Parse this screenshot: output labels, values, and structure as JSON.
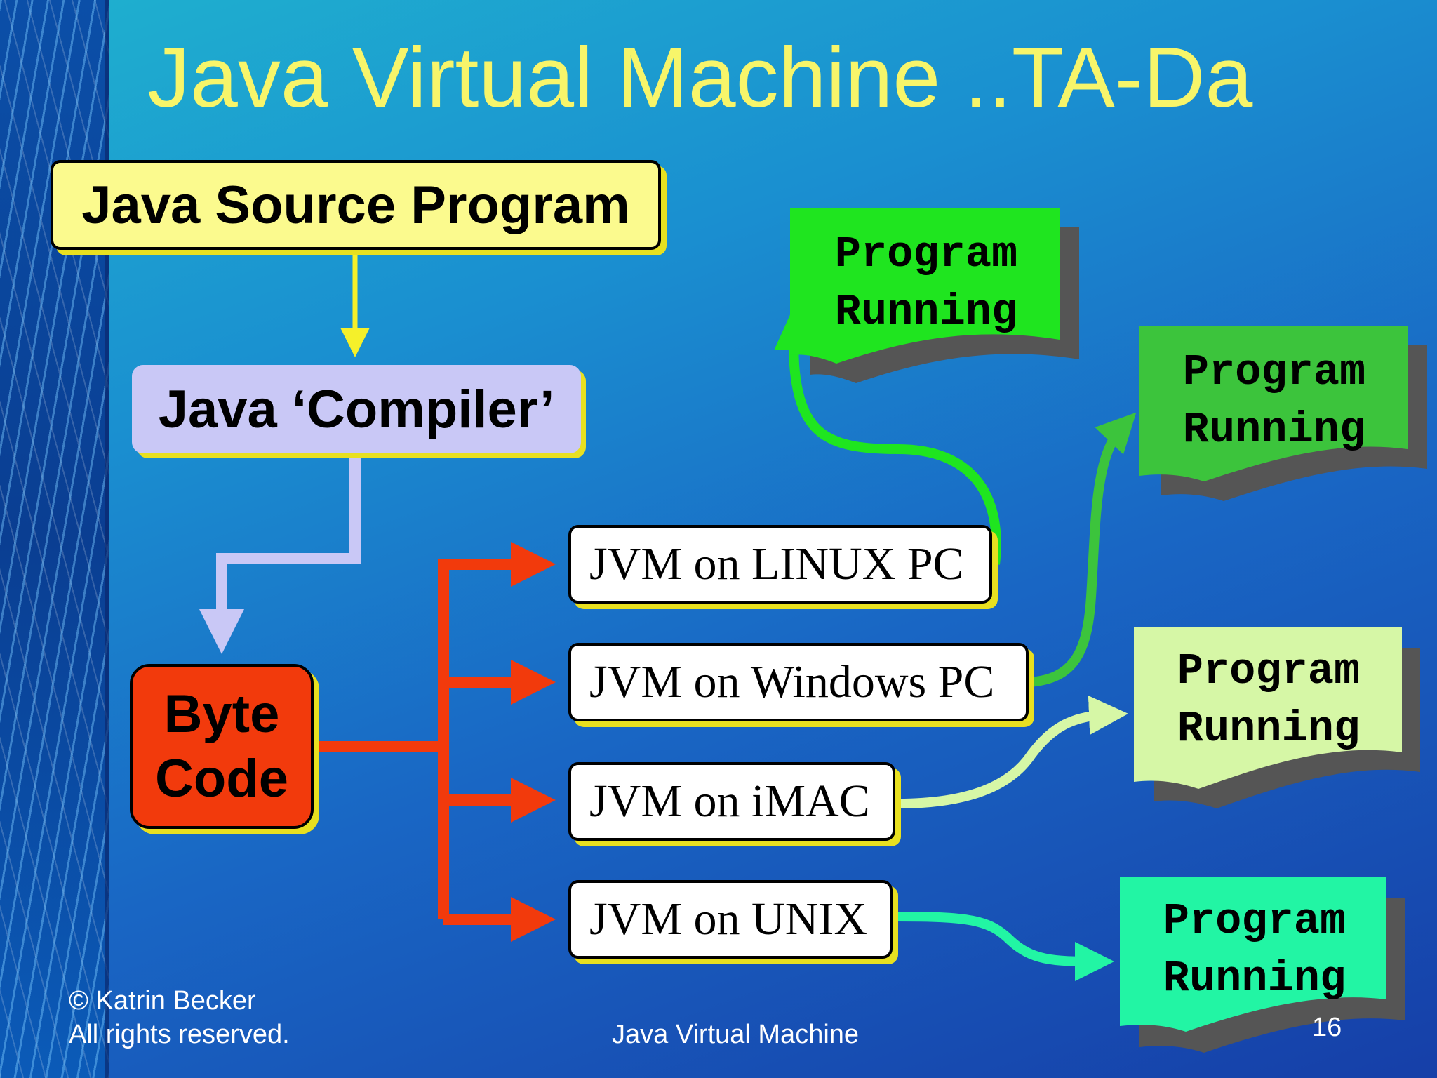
{
  "slide": {
    "title": "Java Virtual Machine ..TA-Da",
    "footer_left_line1": "© Katrin Becker",
    "footer_left_line2": "All rights reserved.",
    "footer_center": "Java Virtual Machine",
    "page_number": "16"
  },
  "nodes": {
    "source": "Java Source Program",
    "compiler": "Java ‘Compiler’",
    "byte_line1": "Byte",
    "byte_line2": "Code",
    "jvm_linux": "JVM on LINUX PC",
    "jvm_windows": "JVM on Windows PC",
    "jvm_imac": "JVM on iMAC",
    "jvm_unix": "JVM on UNIX"
  },
  "outputs": {
    "line1": "Program",
    "line2": "Running"
  },
  "colors": {
    "title": "#f7f56a",
    "source_fill": "#fbfa8e",
    "compiler_fill": "#c9c8f6",
    "byte_fill": "#f23a0c",
    "red_arrows": "#f23a0c",
    "output_linux": "#1fe51f",
    "output_windows": "#3cc43c",
    "output_imac": "#d6f7a6",
    "output_unix": "#22f5a4"
  }
}
